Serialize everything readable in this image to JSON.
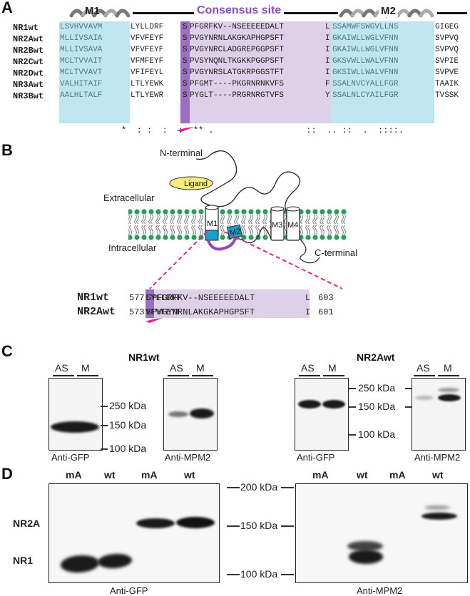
{
  "panel_labels": [
    "A",
    "B",
    "C",
    "D"
  ],
  "panelA": {
    "helix_left": "M1",
    "helix_right": "M2",
    "consensus": "Consensus site",
    "rows": [
      {
        "name": "NR1wt",
        "m1": "LSVHVVAVM",
        "mid1": "LYLLDRF",
        "s": "S",
        "mid2": "PFGRFKV--NSEEEEEDALT",
        "l": "L",
        "m2": "SSAMWFSWGVLLNS",
        "tail": "GIGEG"
      },
      {
        "name": "NR2Awt",
        "m1": "MLLIVSAIA",
        "mid1": "VFVFEYF",
        "s": "S",
        "mid2": "PVGYNRNLAKGKAPHGPSFT",
        "l": "I",
        "m2": "GKAIWLLWGLVFNN",
        "tail": "SVPVQ"
      },
      {
        "name": "NR2Bwt",
        "m1": "MLLIVSAVA",
        "mid1": "VFVFEYF",
        "s": "S",
        "mid2": "PVGYNRCLADGREPGGPSFT",
        "l": "I",
        "m2": "GKAIWLLWGLVFNN",
        "tail": "SVPVQ"
      },
      {
        "name": "NR2Cwt",
        "m1": "MCLTVVAIT",
        "mid1": "VFMFEYF",
        "s": "S",
        "mid2": "PVSYNQNLTKGKKPGGPSFT",
        "l": "I",
        "m2": "GKSVWLLWALVFNN",
        "tail": "SVPIE"
      },
      {
        "name": "NR2Dwt",
        "m1": "MCLTVVAVT",
        "mid1": "VFIFEYL",
        "s": "S",
        "mid2": "PVGYNRSLATGKRPGGSTFT",
        "l": "I",
        "m2": "GKSIWLLWALVFNN",
        "tail": "SVPVE"
      },
      {
        "name": "NR3Awt",
        "m1": "VALHITAIF",
        "mid1": "LTLYEWK",
        "s": "S",
        "mid2": "PFGMT----PKGRNRNKVFS",
        "l": "F",
        "m2": "SSALNVCYALLFGR",
        "tail": "TAAIK"
      },
      {
        "name": "NR3Bwt",
        "m1": "AALHLTALF",
        "mid1": "LTLYEWR",
        "s": "S",
        "mid2": "PYGLT----PRGRNRGTVFS",
        "l": "Y",
        "m2": "SSALNLCYAILFGR",
        "tail": "TVSSK"
      }
    ],
    "conservation": "*  : :  :  :  ** .                  ::  .. ::  .  ::::."
  },
  "panelB": {
    "n_terminal": "N-terminal",
    "ligand": "Ligand",
    "extracellular": "Extracellular",
    "intracellular": "Intracellular",
    "c_terminal": "C-terminal",
    "helices": [
      "M1",
      "M2",
      "M3",
      "M4"
    ],
    "seq_rows": [
      {
        "name": "NR1wt",
        "start": "577",
        "pre": "LYLLDRF",
        "s": "S",
        "mid": "PFGRFKV--NSEEEEEDALT",
        "l": "L",
        "end": "603"
      },
      {
        "name": "NR2Awt",
        "start": "573",
        "pre": "VFVFEYF",
        "s": "S",
        "mid": "PVGYNRNLAKGKAPHGPSFT",
        "l": "I",
        "end": "601"
      }
    ]
  },
  "panelC": {
    "left_title": "NR1wt",
    "right_title": "NR2Awt",
    "lanes": [
      "AS",
      "M"
    ],
    "markers": [
      "250 kDa",
      "150 kDa",
      "100 kDa"
    ],
    "antibodies": [
      "Anti-GFP",
      "Anti-MPM2"
    ]
  },
  "panelD": {
    "lanes": [
      "mA",
      "wt",
      "mA",
      "wt"
    ],
    "row_labels": [
      "NR2A",
      "NR1"
    ],
    "markers": [
      "200 kDa",
      "150 kDa",
      "100 kDa"
    ],
    "antibodies": [
      "Anti-GFP",
      "Anti-MPM2"
    ]
  },
  "colors": {
    "helix_blue": "#bfe6ef",
    "consensus_purple": "#ddd0e8",
    "serine_purple": "#9b6fbf",
    "title_purple": "#8a4fb5",
    "pink": "#e8248c",
    "membrane_green": "#2e9b5a",
    "ligand_yellow": "#f5ee7a",
    "m2_blue": "#1aa0c8"
  }
}
